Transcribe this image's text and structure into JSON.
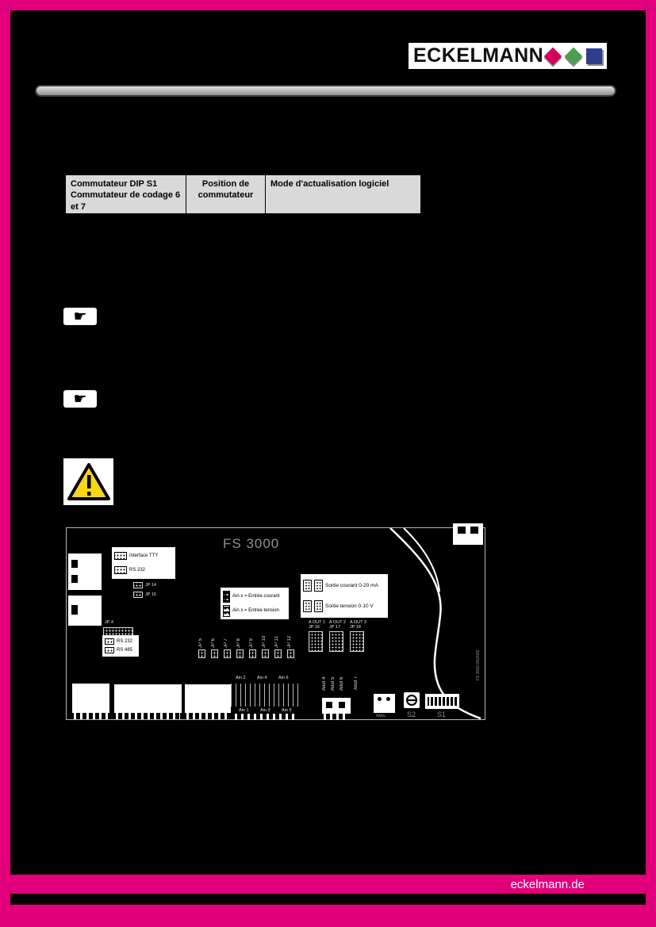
{
  "brand": {
    "logo_text": "ECKELMANN",
    "magenta": "#e2007a"
  },
  "table": {
    "headers": [
      "Commutateur DIP S1\nCommutateur de codage 6\net 7",
      "Position de\ncommutateur",
      "Mode d'actualisation logiciel"
    ]
  },
  "icons": {
    "note_hand": "☛"
  },
  "board": {
    "title": "FS 3000",
    "legend_tty": [
      "Interface TTY",
      "RS 232"
    ],
    "legend_ain": [
      "Ain x = Entrée courant",
      "Ain x = Entrée tension"
    ],
    "legend_aout": [
      "Sortie courant 0-20 mA",
      "Sortie tension 0-10 V"
    ],
    "legend_rs": [
      "RS 232",
      "RS 485"
    ],
    "jp4_label": "JP 4",
    "jp_pair": [
      "JP 14",
      "JP 15"
    ],
    "jumper_row": [
      "JP 5",
      "JP 6",
      "JP 7",
      "JP 8",
      "JP 9",
      "JP 10",
      "JP 11",
      "JP 12"
    ],
    "aout_cols": [
      "A OUT 1",
      "A OUT 2",
      "A OUT 3"
    ],
    "aout_jps": [
      "JP 16",
      "JP 17",
      "JP 18"
    ],
    "ain_top": [
      "Ain 2",
      "Ain 4",
      "Ain 6"
    ],
    "ain_bottom": [
      "Ain 1",
      "Ain 3",
      "Ain 5"
    ],
    "aout_vertical": [
      "Aout 4",
      "Aout 5",
      "Aout 6"
    ],
    "aout7_label": "Aout 7",
    "battery_label": "Akku",
    "switch_s2": "S2",
    "switch_s1": "S1",
    "doc_number": "FS 3000 05/2002"
  },
  "footer": {
    "website": "eckelmann.de"
  }
}
